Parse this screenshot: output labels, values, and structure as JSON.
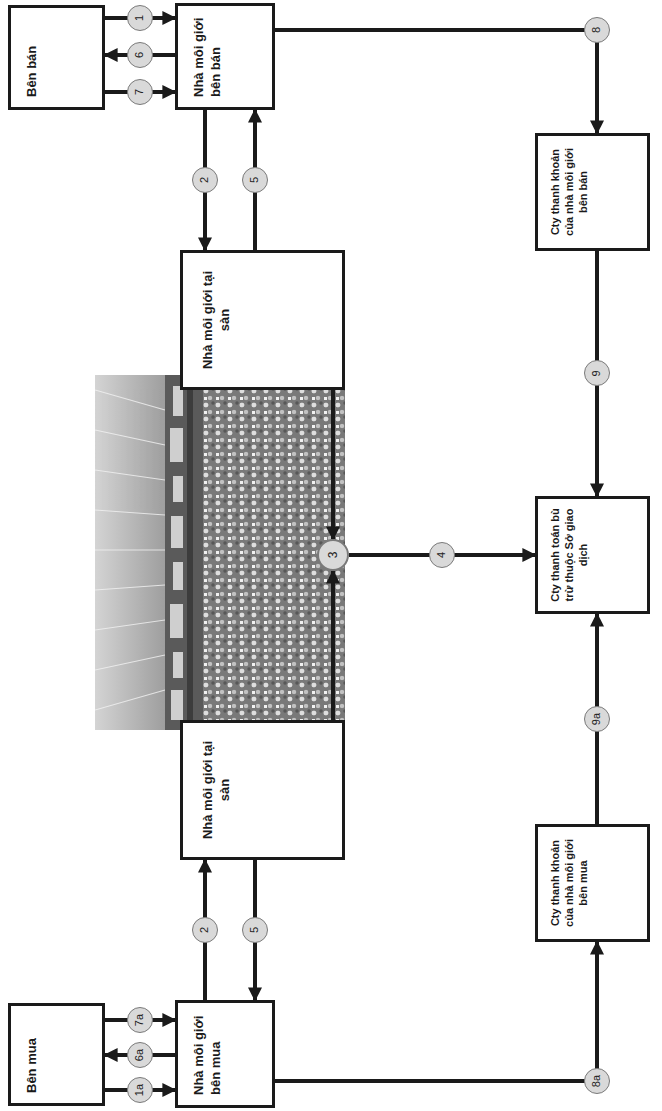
{
  "diagram": {
    "nodes": [
      {
        "text": [
          "Bên mua"
        ]
      },
      {
        "text": [
          "Nhà môi giới bên mua"
        ]
      },
      {
        "text": [
          "Nhà môi giới tại sàn"
        ]
      },
      {
        "text": [
          "3"
        ]
      },
      {
        "text": [
          "Nhà môi giới tại sàn"
        ]
      },
      {
        "text": [
          "Nhà môi giới bên bán"
        ]
      },
      {
        "text": [
          "Bên bán"
        ]
      },
      {
        "text": [
          "Cty thanh khoản của nhà môi giới bên mua"
        ]
      },
      {
        "text": [
          "Cty thanh toán bù trừ thuộc Sở giao dịch"
        ]
      },
      {
        "text": [
          "Cty thanh khoản của nhà môi giới bên bán"
        ]
      }
    ],
    "edges": [
      {
        "from": 0,
        "to": 1,
        "arrow": "to",
        "label": "1a"
      },
      {
        "from": 1,
        "to": 0,
        "arrow": "to",
        "label": "6a"
      },
      {
        "from": 0,
        "to": 1,
        "arrow": "to",
        "label": "7a"
      },
      {
        "from": 1,
        "to": 2,
        "arrow": "to",
        "label": "2"
      },
      {
        "from": 2,
        "to": 1,
        "arrow": "to",
        "label": "5"
      },
      {
        "from": 2,
        "to": 3,
        "arrow": "to"
      },
      {
        "from": 4,
        "to": 3,
        "arrow": "to"
      },
      {
        "from": 3,
        "to": 8,
        "arrow": "to",
        "label": "4"
      },
      {
        "from": 1,
        "to": 7,
        "arrow": "to",
        "label": "8a"
      },
      {
        "from": 7,
        "to": 8,
        "arrow": "to",
        "label": "9a"
      },
      {
        "from": 6,
        "to": 5,
        "arrow": "to",
        "label": "1"
      },
      {
        "from": 5,
        "to": 6,
        "arrow": "to",
        "label": "6"
      },
      {
        "from": 6,
        "to": 5,
        "arrow": "to",
        "label": "7"
      },
      {
        "from": 5,
        "to": 4,
        "arrow": "to",
        "label": "2"
      },
      {
        "from": 4,
        "to": 5,
        "arrow": "to",
        "label": "5"
      },
      {
        "from": 5,
        "to": 9,
        "arrow": "to",
        "label": "8"
      },
      {
        "from": 9,
        "to": 8,
        "arrow": "to",
        "label": "9"
      }
    ]
  }
}
